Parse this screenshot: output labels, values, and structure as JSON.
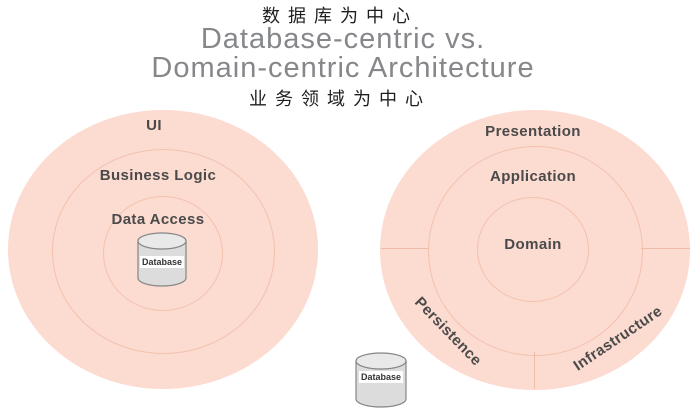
{
  "header": {
    "subtitle_top": "数据库为中心",
    "title_line1": "Database-centric vs.",
    "title_line2": "Domain-centric Architecture",
    "subtitle_bottom": "业务领域为中心"
  },
  "left_diagram": {
    "name": "Database-centric",
    "layers": {
      "outer": "UI",
      "middle": "Business Logic",
      "inner": "Data Access"
    },
    "database_label": "Database"
  },
  "right_diagram": {
    "name": "Domain-centric",
    "layers": {
      "outer": "Presentation",
      "middle": "Application",
      "inner": "Domain"
    },
    "outer_segments": {
      "bottom_left": "Persistence",
      "bottom_right": "Infrastructure"
    },
    "database_label": "Database"
  },
  "colors": {
    "circle_fill": "#fcdbd0",
    "ring_line": "#f3c2ae",
    "divider_line": "#f0bca9",
    "layer_text": "#4a4a4a",
    "title_text": "#85878a",
    "subtitle_text": "#1f1f1f",
    "cylinder_body": "#dcdcdc",
    "cylinder_top": "#e9e9e9",
    "cylinder_stroke": "#858585"
  }
}
